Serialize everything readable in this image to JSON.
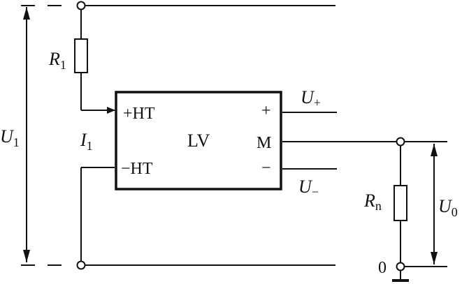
{
  "labels": {
    "u1": {
      "main": "U",
      "sub": "1"
    },
    "r1": {
      "main": "R",
      "sub": "1"
    },
    "i1": {
      "main": "I",
      "sub": "1"
    },
    "u_plus": {
      "main": "U",
      "sub": "+"
    },
    "u_minus": {
      "main": "U",
      "sub": "−"
    },
    "rn": {
      "main": "R",
      "sub": "n"
    },
    "u0": {
      "main": "U",
      "sub": "0"
    },
    "zero": "0"
  },
  "module": {
    "name": "LV",
    "pin_plus_ht": "+HT",
    "pin_minus_ht": "−HT",
    "pin_plus": "+",
    "pin_m": "M",
    "pin_minus": "−"
  }
}
